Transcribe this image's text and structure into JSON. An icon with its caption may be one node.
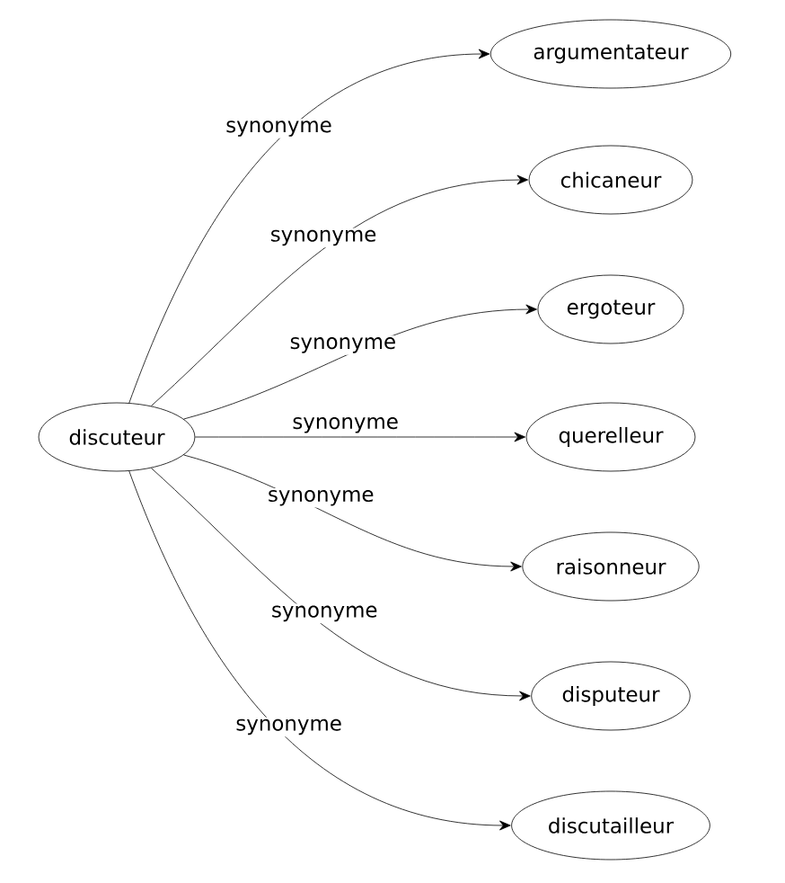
{
  "diagram": {
    "nodes": [
      {
        "text": [
          "discuteur"
        ]
      },
      {
        "text": [
          "argumentateur"
        ]
      },
      {
        "text": [
          "chicaneur"
        ]
      },
      {
        "text": [
          "ergoteur"
        ]
      },
      {
        "text": [
          "querelleur"
        ]
      },
      {
        "text": [
          "raisonneur"
        ]
      },
      {
        "text": [
          "disputeur"
        ]
      },
      {
        "text": [
          "discutailleur"
        ]
      }
    ],
    "edges": [
      {
        "from": 0,
        "to": 1,
        "arrow": "to",
        "label": "synonyme"
      },
      {
        "from": 0,
        "to": 2,
        "arrow": "to",
        "label": "synonyme"
      },
      {
        "from": 0,
        "to": 3,
        "arrow": "to",
        "label": "synonyme"
      },
      {
        "from": 0,
        "to": 4,
        "arrow": "to",
        "label": "synonyme"
      },
      {
        "from": 0,
        "to": 5,
        "arrow": "to",
        "label": "synonyme"
      },
      {
        "from": 0,
        "to": 6,
        "arrow": "to",
        "label": "synonyme"
      },
      {
        "from": 0,
        "to": 7,
        "arrow": "to",
        "label": "synonyme"
      }
    ]
  }
}
